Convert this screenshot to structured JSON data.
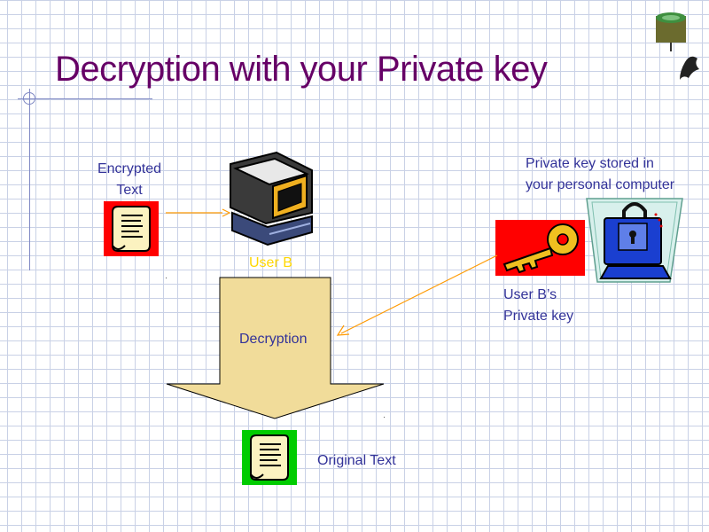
{
  "slide": {
    "title": "Decryption with your Private key",
    "encrypted_text_line1": "Encrypted",
    "encrypted_text_line2": "Text",
    "user_b_label": "User B",
    "decryption_label": "Decryption",
    "original_text_label": "Original Text",
    "private_key_note_line1": "Private key stored in",
    "private_key_note_line2": "your personal computer",
    "private_key_label_line1": "User B’s",
    "private_key_label_line2": "Private key"
  },
  "colors": {
    "title": "#660066",
    "label_text": "#333399",
    "user_b_text": "#ffd700",
    "arrow_line": "#ff9900",
    "decryption_arrow_fill": "#f1dc9a",
    "encrypted_doc_background": "#ff0000",
    "original_doc_background": "#00cc00",
    "key_background": "#ff0000",
    "grid": "#c9d1e6"
  },
  "icons": {
    "encrypted_document": "scroll-document-icon",
    "original_document": "scroll-document-icon",
    "user_b_computer": "computer-icon",
    "private_key": "key-icon",
    "secure_computer": "padlock-computer-icon",
    "corner_logo": "tower-logo-icon"
  }
}
